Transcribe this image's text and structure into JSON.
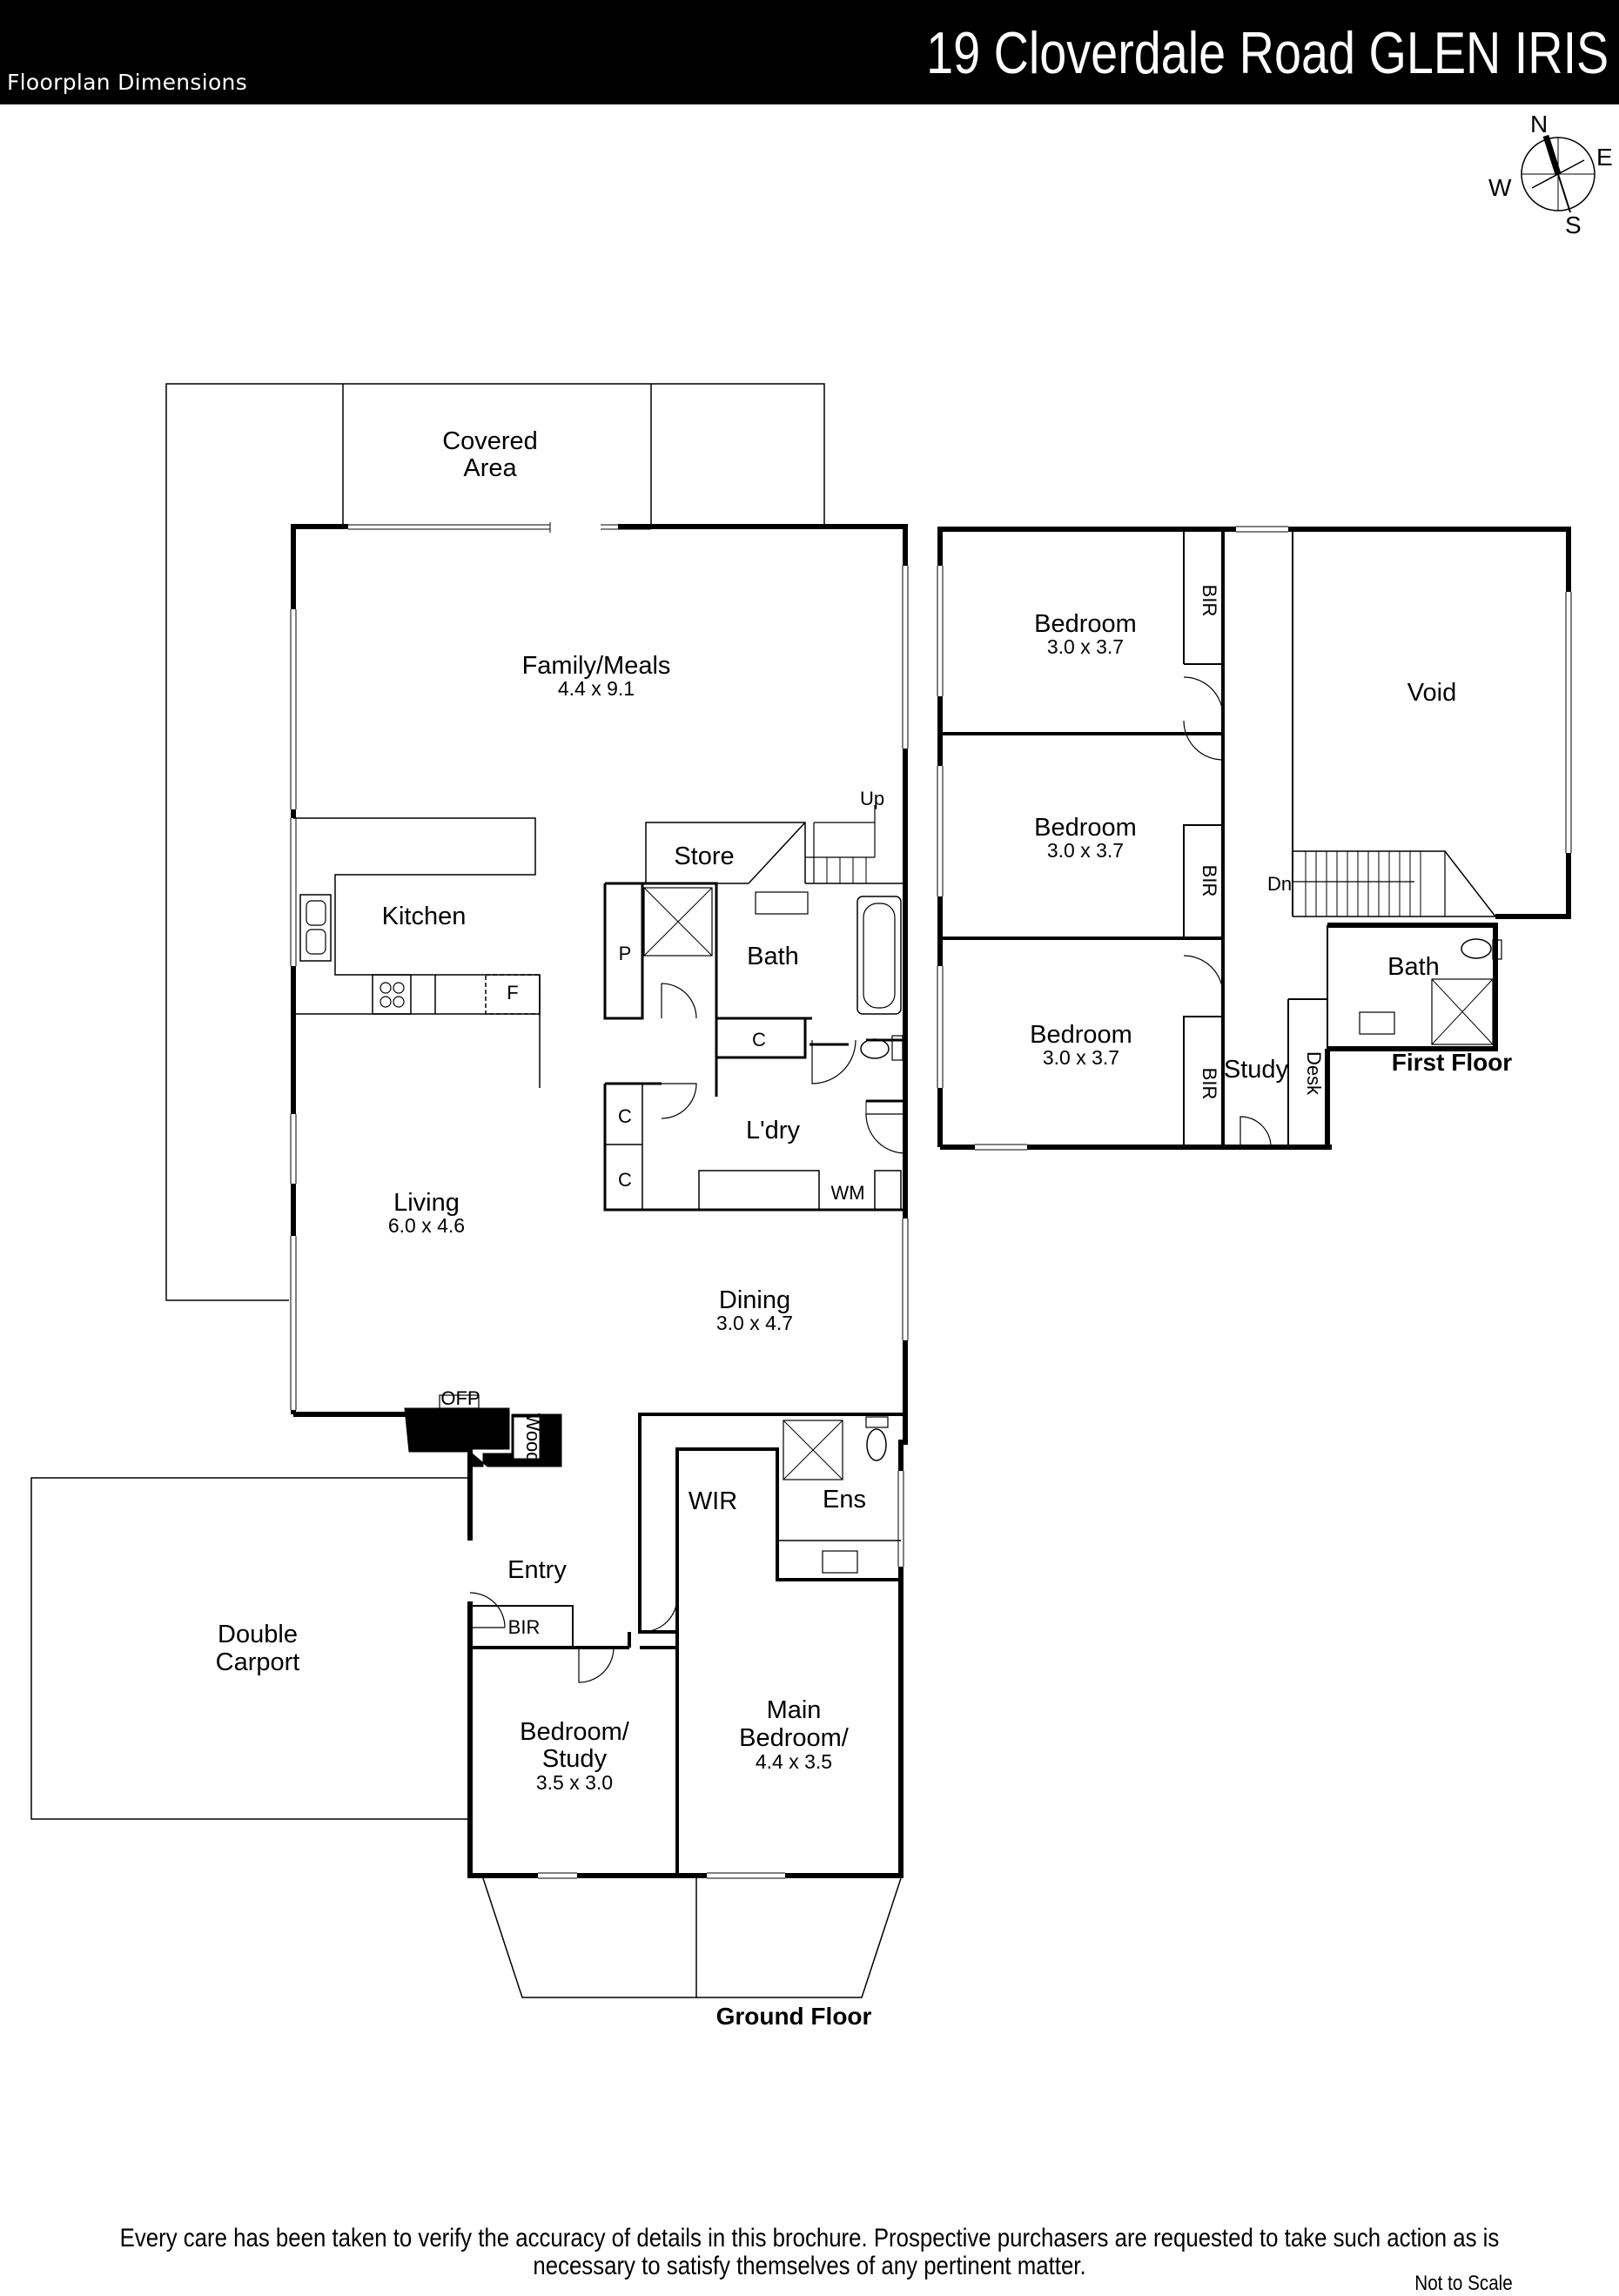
{
  "header": {
    "subtitle": "Floorplan Dimensions",
    "address": "19 Cloverdale Road GLEN IRIS"
  },
  "compass": {
    "n": "N",
    "e": "E",
    "s": "S",
    "w": "W"
  },
  "ground_floor": {
    "label": "Ground Floor",
    "covered_area": [
      "Covered",
      "Area"
    ],
    "family_meals": {
      "name": "Family/Meals",
      "dims": "4.4 x 9.1"
    },
    "kitchen": {
      "name": "Kitchen",
      "fridge": "F"
    },
    "store": "Store",
    "up": "Up",
    "pantry": "P",
    "bath": "Bath",
    "cupboard": "C",
    "laundry": {
      "name": "L'dry",
      "c1": "C",
      "c2": "C",
      "wm": "WM"
    },
    "living": {
      "name": "Living",
      "dims": "6.0 x 4.6"
    },
    "dining": {
      "name": "Dining",
      "dims": "3.0 x 4.7"
    },
    "ofp": "OFP",
    "wood": "Wood",
    "wir": "WIR",
    "ens": "Ens",
    "entry": "Entry",
    "carport": [
      "Double",
      "Carport"
    ],
    "bir": "BIR",
    "bedroom_study": {
      "name1": "Bedroom/",
      "name2": "Study",
      "dims": "3.5 x 3.0"
    },
    "main_bedroom": {
      "name1": "Main",
      "name2": "Bedroom/",
      "dims": "4.4 x 3.5"
    }
  },
  "first_floor": {
    "label": "First Floor",
    "bedroom1": {
      "name": "Bedroom",
      "dims": "3.0 x 3.7"
    },
    "bedroom2": {
      "name": "Bedroom",
      "dims": "3.0 x 3.7"
    },
    "bedroom3": {
      "name": "Bedroom",
      "dims": "3.0 x 3.7"
    },
    "bir": "BIR",
    "void": "Void",
    "dn": "Dn",
    "bath": "Bath",
    "study": "Study",
    "desk": "Desk"
  },
  "footer": {
    "disclaimer_line1": "Every care has been taken to verify the accuracy of details in this brochure. Prospective purchasers are  requested to take such action as is",
    "disclaimer_line2": "necessary to satisfy themselves of any pertinent matter.",
    "not_to_scale": "Not to Scale"
  }
}
